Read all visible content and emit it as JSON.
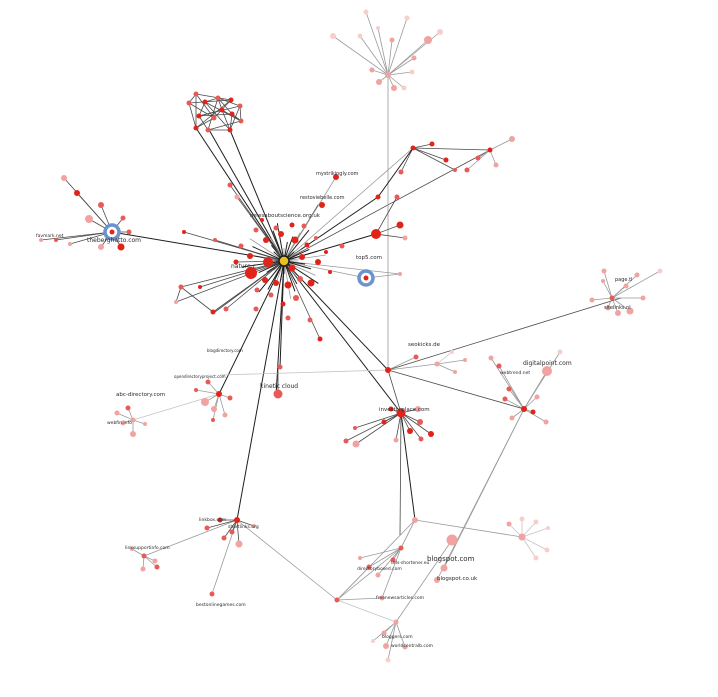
{
  "colors": {
    "background": "#ffffff",
    "node_strong": "#e2231a",
    "node_mid": "#e85a55",
    "node_light": "#f0a3a0",
    "node_faint": "#f6cfcd",
    "hub_blue": "#6b93cc",
    "edge_dark": "#1e1e1e",
    "edge_mid": "#4a4a4a",
    "edge_light": "#9a9a9a",
    "edge_faint": "#c4c4c4",
    "label": "#2a2a2a"
  },
  "labels": {
    "nature": "nature.c",
    "investorplace": "investorplace.com",
    "blogspot": "blogspot.com",
    "blogspot_uk": "blogspot.co.uk",
    "digitalpoint": "digitalpoint.com",
    "kinetic": "kinetic cloud",
    "top5": "top5.com",
    "seokicks": "seokicks.de",
    "abc": "abc-directory.com",
    "newsaboutscience": "newsaboutscience.org.uk",
    "mystrikingly": "mystrikingly.com",
    "restoviebelle": "restoviebelle.com",
    "theberghetto": "theberghetto.com",
    "page_tl": "page.tl",
    "sitelinks": "sitelinks.nl",
    "shortlinks": "shortlinks.org",
    "linkbox": "linkbox.com",
    "linksupport": "linksupportinfo.com",
    "bestonlinegames": "bestonlinegames.com",
    "bloggers": "bloggers.com",
    "worldcentralb": "worldcentralb.com",
    "freenews": "freenewsarticles.com",
    "urls_shortener": "urls-shortener.eu",
    "directorybox": "directoryboxed.com",
    "blogdirectory": "blogdirectory.com",
    "opendirectory": "opendirectoryproject.com",
    "webfin": "webfin.info",
    "webtrend": "webtrend.net",
    "favmark": "favmark.net"
  }
}
